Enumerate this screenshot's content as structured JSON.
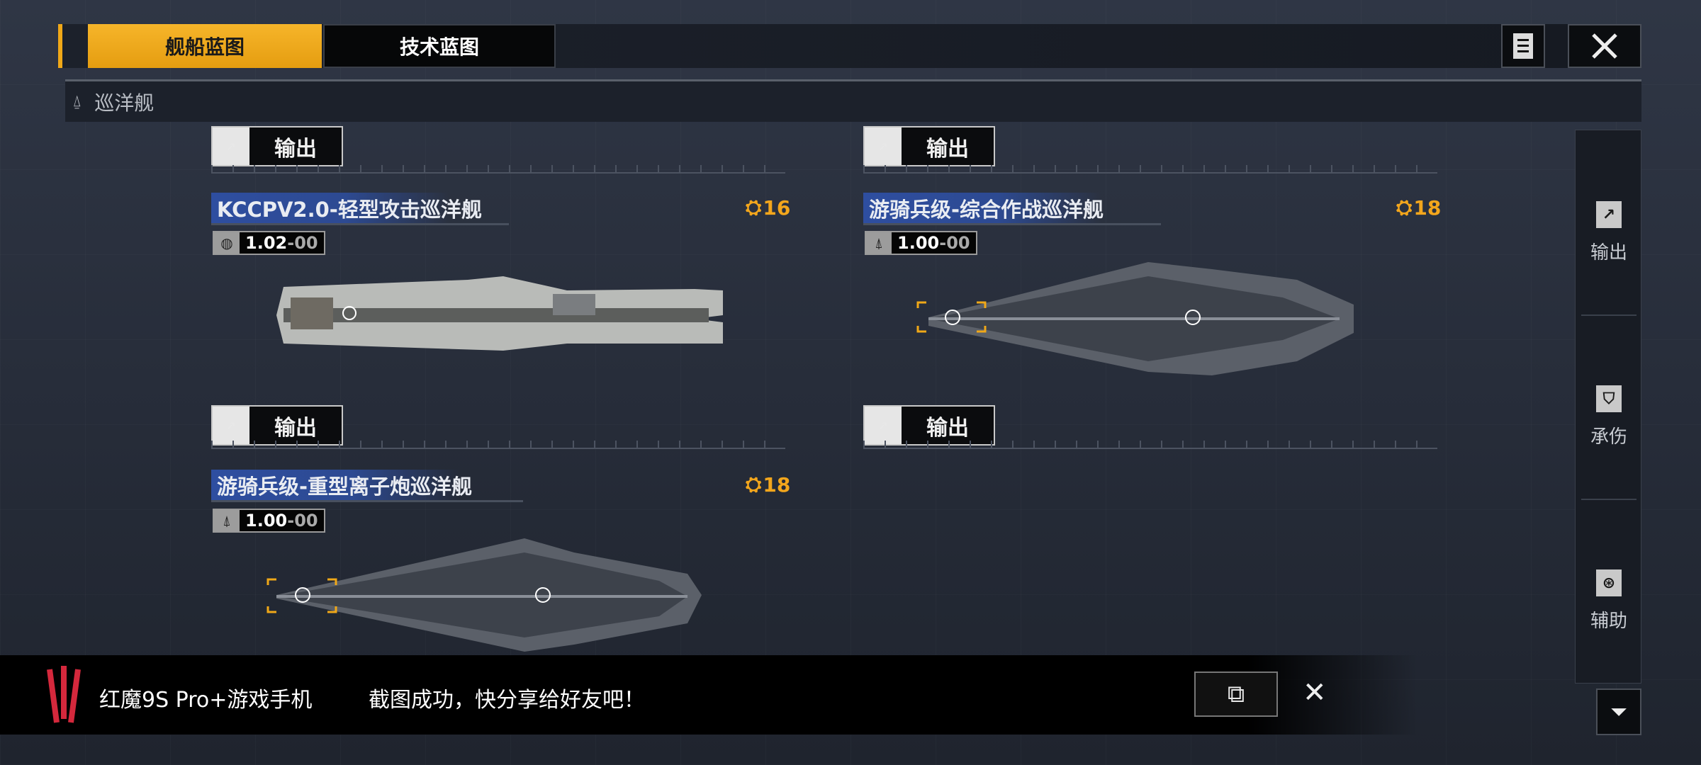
{
  "tabs": [
    {
      "label": "舰船蓝图",
      "active": true
    },
    {
      "label": "技术蓝图",
      "active": false
    }
  ],
  "top_buttons": {
    "notes_icon": "document-list-icon",
    "close_icon": "close-icon"
  },
  "category": {
    "icon": "cruiser-icon",
    "label": "巡洋舰"
  },
  "ships": [
    {
      "name": "KCCPV2.0-轻型攻击巡洋舰",
      "rating_main": "1.02",
      "rating_sub": "00",
      "rating_icon": "globe-icon",
      "cost": "16",
      "output_top": "输出",
      "output_bottom": "输出"
    },
    {
      "name": "游骑兵级-综合作战巡洋舰",
      "rating_main": "1.00",
      "rating_sub": "00",
      "rating_icon": "ship-emblem-icon",
      "cost": "18",
      "output_top": "输出",
      "output_bottom": "输出"
    },
    {
      "name": "游骑兵级-重型离子炮巡洋舰",
      "rating_main": "1.00",
      "rating_sub": "00",
      "rating_icon": "ship-emblem-icon",
      "cost": "18"
    }
  ],
  "sidebar": [
    {
      "label": "输出",
      "icon": "output-arrow-icon"
    },
    {
      "label": "承伤",
      "icon": "shield-icon"
    },
    {
      "label": "辅助",
      "icon": "support-icon"
    }
  ],
  "filter_icon": "filter-icon",
  "toast": {
    "brand": "红魔9S Pro+游戏手机",
    "message": "截图成功，快分享给好友吧！",
    "share_icon": "share-icon",
    "close_icon": "close-icon"
  },
  "colors": {
    "accent": "#f0a818",
    "title_blue": "#2e4ea0",
    "cost": "#f3a61c"
  }
}
